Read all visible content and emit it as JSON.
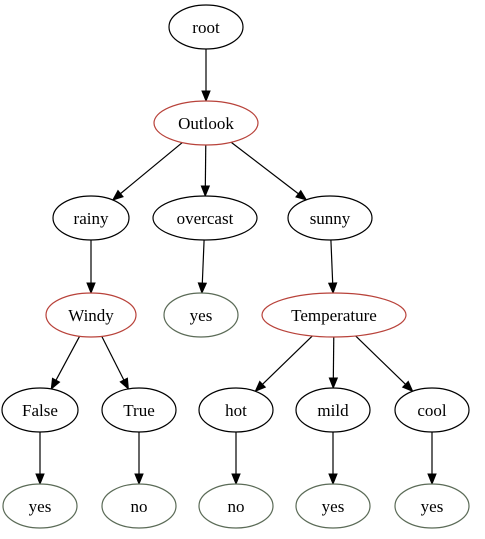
{
  "colors": {
    "normal_stroke": "#000000",
    "decision_stroke": "#b8423a",
    "leaf_stroke": "#5b6b57",
    "edge": "#000000"
  },
  "nodes": [
    {
      "id": "root",
      "label": "root",
      "kind": "normal"
    },
    {
      "id": "outlook",
      "label": "Outlook",
      "kind": "decision"
    },
    {
      "id": "rainy",
      "label": "rainy",
      "kind": "normal"
    },
    {
      "id": "overcast",
      "label": "overcast",
      "kind": "normal"
    },
    {
      "id": "sunny",
      "label": "sunny",
      "kind": "normal"
    },
    {
      "id": "windy",
      "label": "Windy",
      "kind": "decision"
    },
    {
      "id": "overcast-yes",
      "label": "yes",
      "kind": "leaf"
    },
    {
      "id": "temperature",
      "label": "Temperature",
      "kind": "decision"
    },
    {
      "id": "false",
      "label": "False",
      "kind": "normal"
    },
    {
      "id": "true",
      "label": "True",
      "kind": "normal"
    },
    {
      "id": "hot",
      "label": "hot",
      "kind": "normal"
    },
    {
      "id": "mild",
      "label": "mild",
      "kind": "normal"
    },
    {
      "id": "cool",
      "label": "cool",
      "kind": "normal"
    },
    {
      "id": "false-yes",
      "label": "yes",
      "kind": "leaf"
    },
    {
      "id": "true-no",
      "label": "no",
      "kind": "leaf"
    },
    {
      "id": "hot-no",
      "label": "no",
      "kind": "leaf"
    },
    {
      "id": "mild-yes",
      "label": "yes",
      "kind": "leaf"
    },
    {
      "id": "cool-yes",
      "label": "yes",
      "kind": "leaf"
    }
  ],
  "edges": [
    {
      "from": "root",
      "to": "outlook"
    },
    {
      "from": "outlook",
      "to": "rainy"
    },
    {
      "from": "outlook",
      "to": "overcast"
    },
    {
      "from": "outlook",
      "to": "sunny"
    },
    {
      "from": "rainy",
      "to": "windy"
    },
    {
      "from": "overcast",
      "to": "overcast-yes"
    },
    {
      "from": "sunny",
      "to": "temperature"
    },
    {
      "from": "windy",
      "to": "false"
    },
    {
      "from": "windy",
      "to": "true"
    },
    {
      "from": "temperature",
      "to": "hot"
    },
    {
      "from": "temperature",
      "to": "mild"
    },
    {
      "from": "temperature",
      "to": "cool"
    },
    {
      "from": "false",
      "to": "false-yes"
    },
    {
      "from": "true",
      "to": "true-no"
    },
    {
      "from": "hot",
      "to": "hot-no"
    },
    {
      "from": "mild",
      "to": "mild-yes"
    },
    {
      "from": "cool",
      "to": "cool-yes"
    }
  ]
}
